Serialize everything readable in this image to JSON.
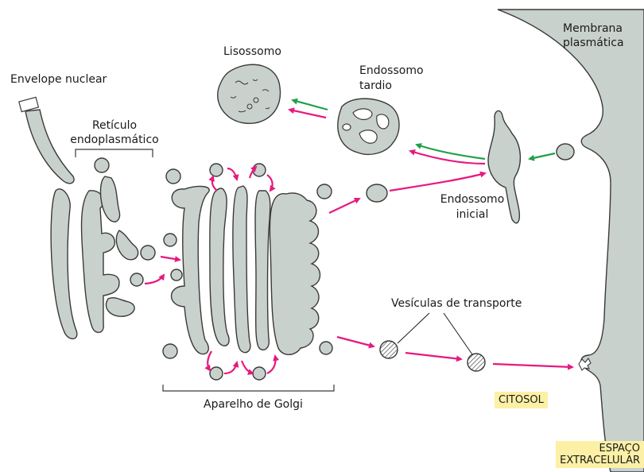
{
  "colors": {
    "organelle_fill": "#c9d1cd",
    "outline": "#3a3a3a",
    "arrow_magenta": "#e6197f",
    "arrow_green": "#1fa04a",
    "label_box": "#fbf0a6"
  },
  "labels": {
    "membrana": "Membrana\nplasmática",
    "lisossomo": "Lisossomo",
    "endossomo_tardio": "Endossomo\ntardio",
    "envelope": "Envelope nuclear",
    "reticulo": "Retículo\nendoplasmático",
    "endossomo_inicial": "Endossomo\ninicial",
    "vesiculas": "Vesículas de transporte",
    "golgi": "Aparelho de Golgi",
    "citosol": "CITOSOL",
    "espaco": "ESPAÇO\nEXTRACELULAR"
  }
}
